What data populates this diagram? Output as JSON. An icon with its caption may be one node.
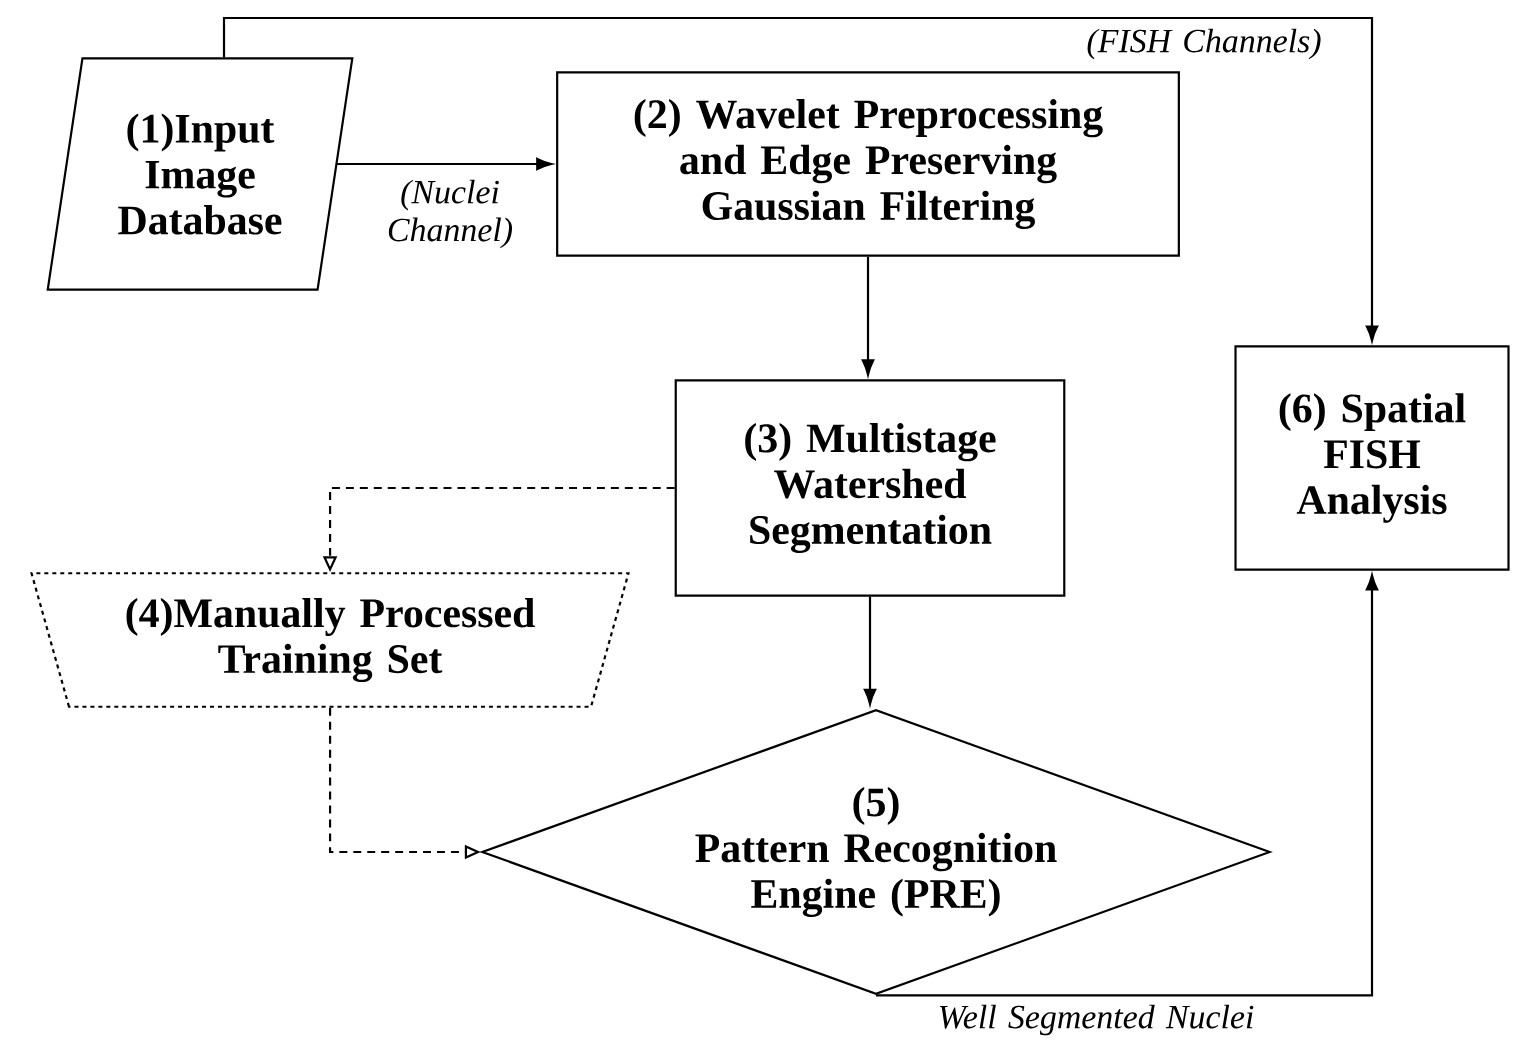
{
  "diagram": {
    "nodes": [
      {
        "text": [
          "(1)Input Image Database"
        ]
      },
      {
        "text": [
          "(2) Wavelet Preprocessing and Edge Preserving Gaussian Filtering"
        ]
      },
      {
        "text": [
          "(3) Multistage Watershed Segmentation"
        ]
      },
      {
        "text": [
          "(4)Manually Processed Training Set"
        ]
      },
      {
        "text": [
          "(5)",
          "Pattern Recognition Engine (PRE)"
        ]
      },
      {
        "text": [
          "(6) Spatial FISH Analysis"
        ]
      }
    ],
    "edges": [
      {
        "from": 0,
        "to": 1,
        "arrow": "to",
        "label": "(Nuclei Channel)"
      },
      {
        "from": 0,
        "to": 5,
        "arrow": "to",
        "label": "(FISH Channels)"
      },
      {
        "from": 1,
        "to": 2,
        "arrow": "to"
      },
      {
        "from": 2,
        "to": 3,
        "arrow": "to",
        "style": "dashed"
      },
      {
        "from": 3,
        "to": 4,
        "arrow": "to",
        "style": "dashed"
      },
      {
        "from": 2,
        "to": 4,
        "arrow": "to"
      },
      {
        "from": 4,
        "to": 5,
        "arrow": "to",
        "label": "Well Segmented Nuclei"
      }
    ]
  }
}
